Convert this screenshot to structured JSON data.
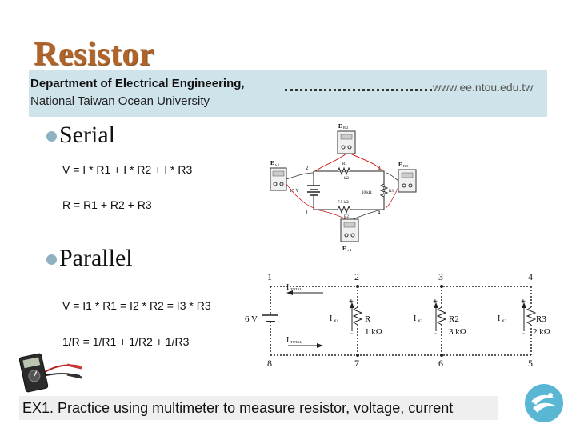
{
  "slide": {
    "title": "Resistor",
    "department": "Department of Electrical Engineering,",
    "university": "National Taiwan Ocean University",
    "url": "www.ee.ntou.edu.tw"
  },
  "serial": {
    "heading": "Serial",
    "formula_voltage": "V = I * R1 + I * R2 + I * R3",
    "formula_resistance": "R = R1 + R2 + R3"
  },
  "parallel": {
    "heading": "Parallel",
    "formula_voltage": "V = I1 * R1 = I2 * R2 = I3 * R3",
    "formula_resistance": "1/R  = 1/R1 + 1/R2 + 1/R3"
  },
  "series_circuit": {
    "meter_top": "E",
    "meter_top_sub": "R 2",
    "meter_left": "E",
    "meter_left_sub": "s 1",
    "meter_right": "E",
    "meter_right_sub": "R 3",
    "meter_bottom": "E",
    "meter_bottom_sub": "s 4",
    "source": "15 V",
    "r1_value": "1 kΩ",
    "r1_label": "R1",
    "r2_value": "7.5 kΩ",
    "r2_label": "R2",
    "r3_value": "10 kΩ",
    "r3_label": "R3",
    "node_1": "1",
    "node_2": "2",
    "node_3": "3",
    "node_4": "4"
  },
  "parallel_circuit": {
    "nodes_top": [
      "1",
      "2",
      "3",
      "4"
    ],
    "nodes_bottom": [
      "8",
      "7",
      "6",
      "5"
    ],
    "source": "6 V",
    "i_total_top": "I",
    "i_total_bottom": "I",
    "i_total_sub": "TOTAL",
    "branch1_current": "I",
    "branch1_sub": "X1",
    "branch1_label": "R",
    "branch1_value": "1 kΩ",
    "branch2_current": "I",
    "branch2_sub": "X2",
    "branch2_label": "R2",
    "branch2_value": "3 kΩ",
    "branch3_current": "I",
    "branch3_sub": "X3",
    "branch3_label": "R3",
    "branch3_value": "2 kΩ",
    "plus": "+",
    "minus": "-"
  },
  "exercise": {
    "text": "EX1. Practice using multimeter to measure resistor, voltage, current"
  },
  "colors": {
    "title": "#b0642a",
    "banner": "#cfe3ea",
    "bullet": "#8fb1c2",
    "logo": "#5ab7d3"
  }
}
